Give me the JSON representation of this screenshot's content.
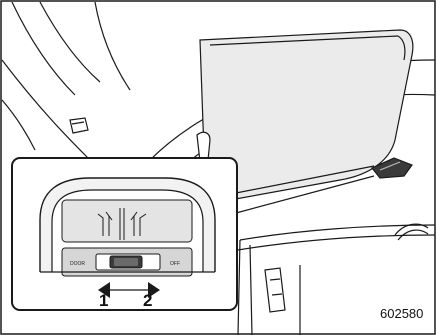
{
  "figure": {
    "id": "602580",
    "callouts": [
      "1",
      "2"
    ],
    "switch_labels": {
      "left": "DOOR",
      "right": "OFF"
    }
  },
  "colors": {
    "line": "#1a1a1a",
    "cabin_grey": "#e9e9e9",
    "lamp_grey": "#cfcfcf",
    "switch_dark": "#3a3a3a",
    "background": "#ffffff"
  }
}
